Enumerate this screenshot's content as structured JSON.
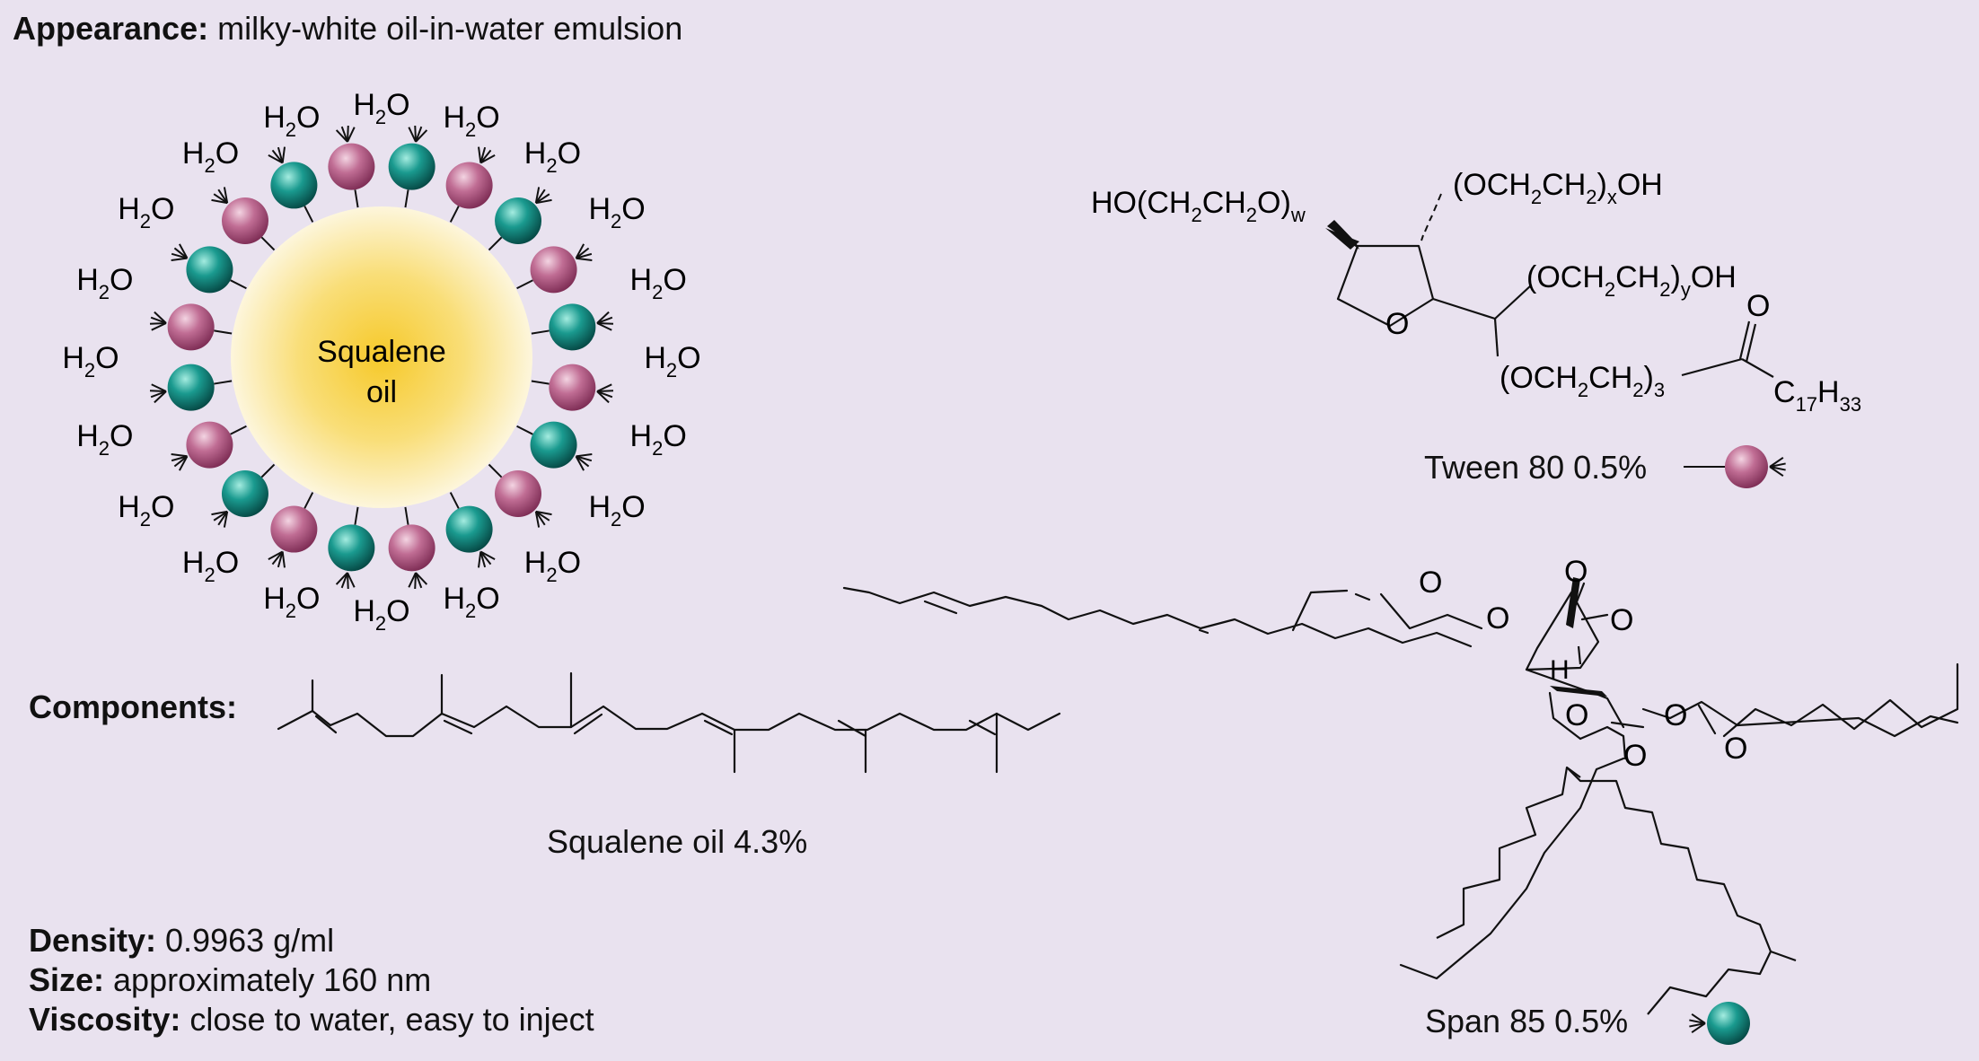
{
  "appearance": {
    "label": "Appearance:",
    "value": " milky-white oil-in-water emulsion"
  },
  "core_label": [
    "Squalene",
    "oil"
  ],
  "water_label": {
    "main": "H",
    "sub": "2",
    "tail": "O"
  },
  "components_label": "Components:",
  "squalene": {
    "caption": "Squalene oil 4.3%"
  },
  "tween": {
    "caption": "Tween 80 0.5%",
    "formula_left": {
      "a": "HO(CH",
      "s1": "2",
      "b": "CH",
      "s2": "2",
      "c": "O)",
      "s3": "w"
    },
    "formula_top": {
      "a": "(OCH",
      "s1": "2",
      "b": "CH",
      "s2": "2",
      "c": ")",
      "s3": "x",
      "d": "OH"
    },
    "formula_mid": {
      "a": "(OCH",
      "s1": "2",
      "b": "CH",
      "s2": "2",
      "c": ")",
      "s3": "y",
      "d": "OH"
    },
    "formula_low": {
      "a": "(OCH",
      "s1": "2",
      "b": "CH",
      "s2": "2",
      "c": ")",
      "s3": "3"
    },
    "formula_acyl": {
      "a": "C",
      "s1": "17",
      "b": "H",
      "s2": "33"
    },
    "ring_o": "O",
    "carbonyl_o": "O",
    "color": "#b2587e"
  },
  "span": {
    "caption": "Span 85 0.5%",
    "color": "#14857d",
    "atom_o": "O",
    "atom_h": "H"
  },
  "properties": [
    {
      "label": "Density:",
      "value": " 0.9963 g/ml"
    },
    {
      "label": "Size:",
      "value": " approximately 160 nm"
    },
    {
      "label": "Viscosity:",
      "value": " close to water, easy to inject"
    }
  ]
}
